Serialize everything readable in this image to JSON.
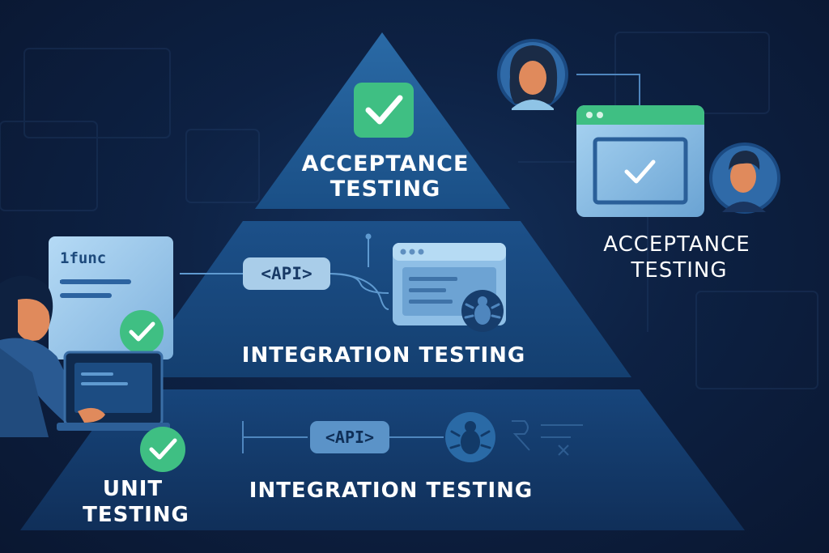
{
  "pyramid": {
    "top": {
      "line1": "ACCEPTANCE",
      "line2": "TESTING"
    },
    "middle": {
      "label": "INTEGRATION TESTING",
      "api_tag": "<API>"
    },
    "bottom": {
      "unit_line1": "UNIT",
      "unit_line2": "TESTING",
      "label": "INTEGRATION TESTING",
      "api_tag": "<API>"
    }
  },
  "code_card": {
    "title": "1func"
  },
  "side_panel": {
    "line1": "ACCEPTANCE",
    "line2": "TESTING"
  },
  "colors": {
    "background": "#0b1a33",
    "tier_top": "#1f5a92",
    "tier_middle": "#17467a",
    "tier_bottom": "#133a68",
    "check_green": "#3fbf83",
    "card_light": "#9ec8ec",
    "skin": "#e08a5c"
  }
}
